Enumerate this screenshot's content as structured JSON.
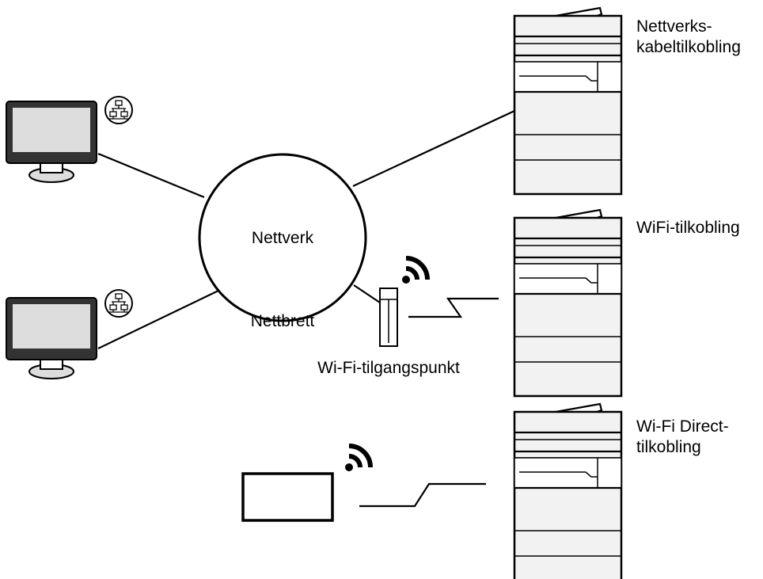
{
  "network": {
    "label": "Nettverk"
  },
  "access_point": {
    "label": "Wi-Fi-tilgangspunkt"
  },
  "tablet": {
    "label": "Nettbrett"
  },
  "printers": [
    {
      "label_lines": [
        "Nettverks-",
        "kabeltilkobling"
      ]
    },
    {
      "label_lines": [
        "WiFi-tilkobling"
      ]
    },
    {
      "label_lines": [
        "Wi-Fi Direct-",
        "tilkobling"
      ]
    }
  ],
  "colors": {
    "line": "#000000",
    "screen": "#dddddd",
    "monitor_body": "#333333",
    "printer_fill": "#f2f2f2"
  }
}
